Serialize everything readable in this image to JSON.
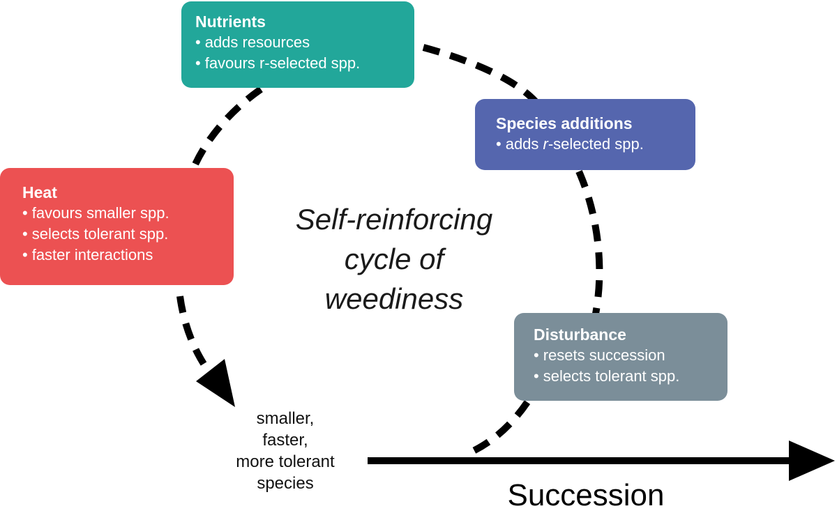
{
  "cycle": {
    "label_lines": [
      "Self-reinforcing",
      "cycle of",
      "weediness"
    ]
  },
  "boxes": {
    "nutrients": {
      "title": "Nutrients",
      "lines": [
        "adds resources",
        "favours r-selected spp."
      ],
      "color": "#22a79a"
    },
    "species_additions": {
      "title": "Species additions",
      "line_prefix": "adds ",
      "line_italic": "r",
      "line_suffix": "-selected spp.",
      "color": "#5566ae"
    },
    "heat": {
      "title": "Heat",
      "lines": [
        "favours smaller spp.",
        "selects tolerant spp.",
        "faster interactions"
      ],
      "color": "#ec5152"
    },
    "disturbance": {
      "title": "Disturbance",
      "lines": [
        "resets succession",
        "selects tolerant spp."
      ],
      "color": "#7b8e99"
    }
  },
  "bullet": "•",
  "outcome": {
    "lines": [
      "smaller,",
      "faster,",
      "more tolerant",
      "species"
    ]
  },
  "succession": {
    "label": "Succession"
  }
}
